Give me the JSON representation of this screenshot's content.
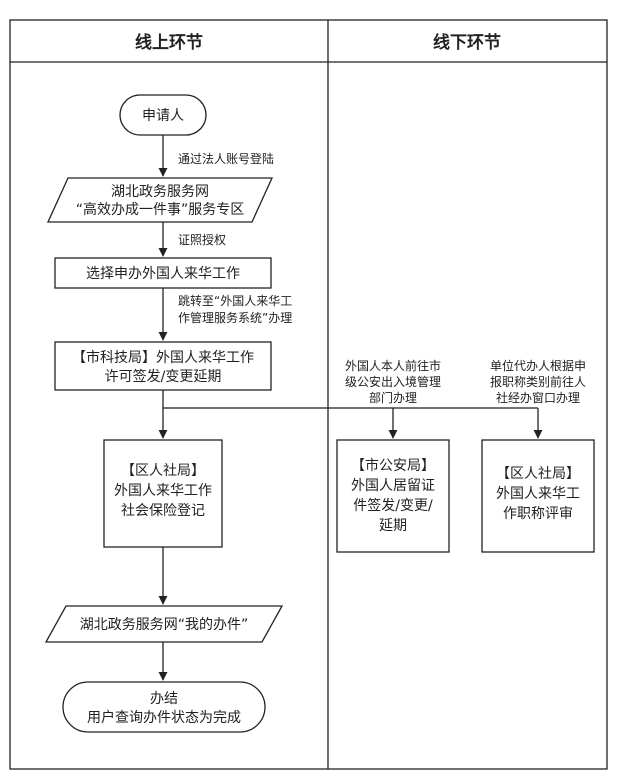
{
  "columns": {
    "online": "线上环节",
    "offline": "线下环节"
  },
  "nodes": {
    "start": "申请人",
    "portal_line1": "湖北政务服务网",
    "portal_line2": "“高效办成一件事”服务专区",
    "select": "选择申办外国人来华工作",
    "permit_line1": "【市科技局】外国人来华工作",
    "permit_line2": "许可签发/变更延期",
    "insurance_line1": "【区人社局】",
    "insurance_line2": "外国人来华工作",
    "insurance_line3": "社会保险登记",
    "mine": "湖北政务服务网“我的办件”",
    "end_line1": "办结",
    "end_line2": "用户查询办件状态为完成",
    "police_line1": "【市公安局】",
    "police_line2": "外国人居留证",
    "police_line3": "件签发/变更/",
    "police_line4": "延期",
    "title_line1": "【区人社局】",
    "title_line2": "外国人来华工",
    "title_line3": "作职称评审"
  },
  "labels": {
    "login": "通过法人账号登陆",
    "auth": "证照授权",
    "jump_line1": "跳转至“外国人来华工",
    "jump_line2": "作管理服务系统”办理",
    "police_note_line1": "外国人本人前往市",
    "police_note_line2": "级公安出入境管理",
    "police_note_line3": "部门办理",
    "title_note_line1": "单位代办人根据申",
    "title_note_line2": "报职称类别前往人",
    "title_note_line3": "社经办窗口办理"
  }
}
